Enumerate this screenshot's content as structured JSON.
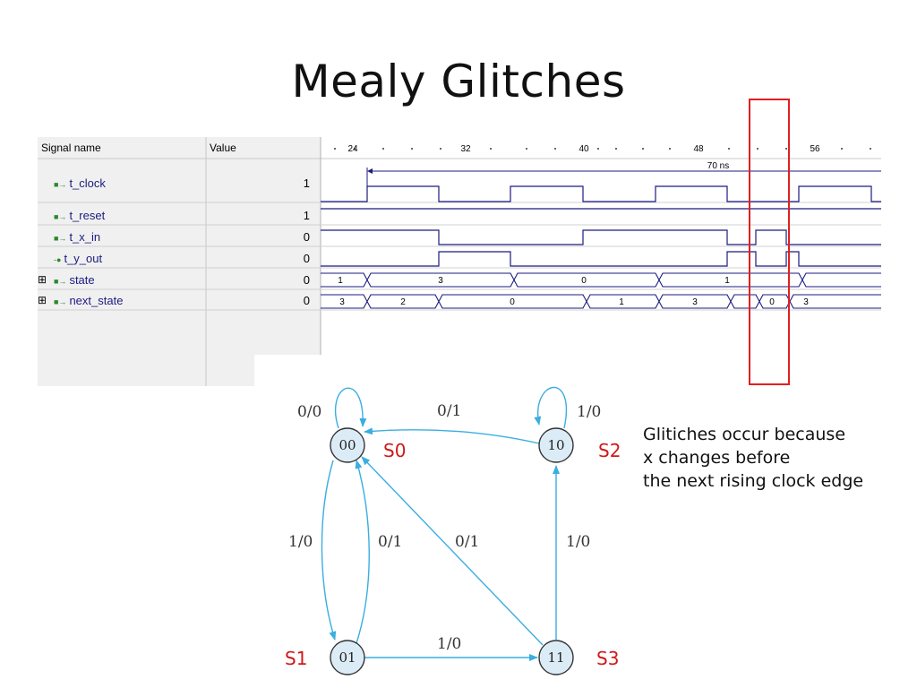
{
  "slide": {
    "title": "Mealy Glitches"
  },
  "waveform": {
    "headers": {
      "name": "Signal name",
      "value": "Value"
    },
    "ticks": [
      "24",
      "32",
      "40",
      "48",
      "56"
    ],
    "measure_label": "70 ns",
    "signals": [
      {
        "name": "t_clock",
        "value": "1",
        "icon": "input-signal-icon",
        "expandable": false
      },
      {
        "name": "t_reset",
        "value": "1",
        "icon": "input-signal-icon",
        "expandable": false
      },
      {
        "name": "t_x_in",
        "value": "0",
        "icon": "input-signal-icon",
        "expandable": false
      },
      {
        "name": "t_y_out",
        "value": "0",
        "icon": "output-signal-icon",
        "expandable": false
      },
      {
        "name": "state",
        "value": "0",
        "icon": "input-signal-icon",
        "expandable": true
      },
      {
        "name": "next_state",
        "value": "0",
        "icon": "input-signal-icon",
        "expandable": true
      }
    ],
    "state_bus": [
      "1",
      "3",
      "0",
      "1"
    ],
    "next_state_bus": [
      "3",
      "2",
      "0",
      "1",
      "3",
      "0",
      "3"
    ]
  },
  "fsm": {
    "nodes": [
      {
        "id": "00",
        "tag": "S0"
      },
      {
        "id": "10",
        "tag": "S2"
      },
      {
        "id": "01",
        "tag": "S1"
      },
      {
        "id": "11",
        "tag": "S3"
      }
    ],
    "edges": {
      "s0_self": "0/0",
      "s2_self": "1/0",
      "s2_to_s0": "0/1",
      "s0_to_s1": "1/0",
      "s1_to_s0": "0/1",
      "s3_to_s0": "0/1",
      "s3_to_s2": "1/0",
      "s1_to_s3": "1/0"
    },
    "colors": {
      "edge": "#3aaee0",
      "node_fill": "#dcecf7",
      "node_stroke": "#333333",
      "tag": "#d01818"
    }
  },
  "caption": {
    "lines": [
      "Glitiches occur because",
      "x changes before",
      "the next rising clock edge"
    ]
  },
  "colors": {
    "wave": "#1b1b80",
    "highlight": "#e02020"
  }
}
